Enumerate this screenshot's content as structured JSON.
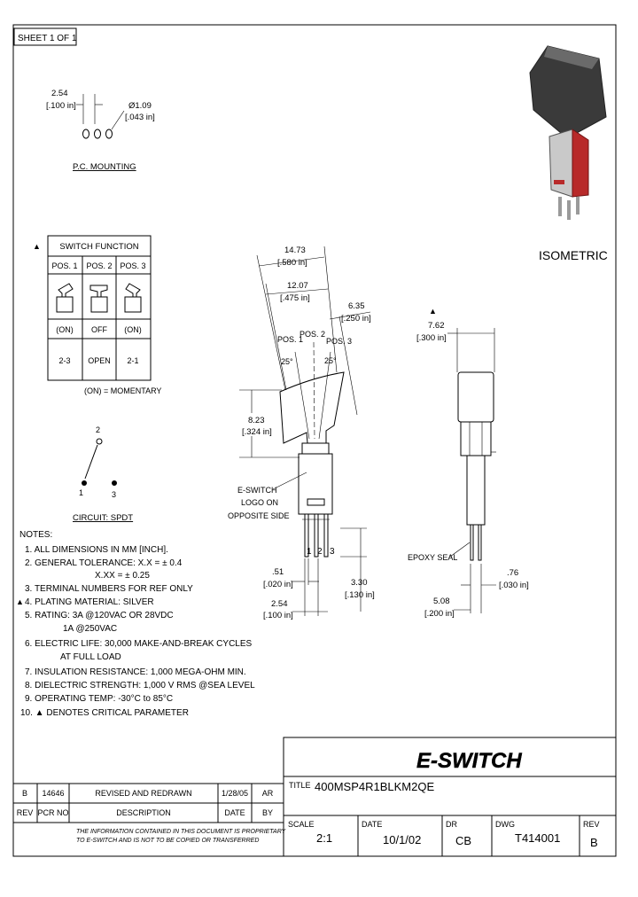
{
  "sheet": "SHEET 1 OF 1",
  "pc_mounting": {
    "pitch_mm": "2.54",
    "pitch_in": "[.100 in]",
    "hole_dia_mm": "Ø1.09",
    "hole_dia_in": "[.043 in]",
    "label": "P.C. MOUNTING"
  },
  "switch_function": {
    "marker": "▲",
    "title": "SWITCH FUNCTION",
    "headers": [
      "POS. 1",
      "POS. 2",
      "POS. 3"
    ],
    "states": [
      "(ON)",
      "OFF",
      "(ON)"
    ],
    "connections": [
      "2-3",
      "OPEN",
      "2-1"
    ],
    "footnote": "(ON) = MOMENTARY"
  },
  "circuit": {
    "pin_top": "2",
    "pin_left": "1",
    "pin_right": "3",
    "label": "CIRCUIT: SPDT"
  },
  "front_view": {
    "dim_width_mm": "14.73",
    "dim_width_in": "[.580 in]",
    "dim_inner_mm": "12.07",
    "dim_inner_in": "[.475 in]",
    "dim_offset_mm": "6.35",
    "dim_offset_in": "[.250 in]",
    "pos1": "POS. 1",
    "pos2": "POS. 2",
    "pos3": "POS. 3",
    "angle_left": "25°",
    "angle_right": "25°",
    "dim_height_mm": "8.23",
    "dim_height_in": "[.324 in]",
    "logo_note_1": "E-SWITCH",
    "logo_note_2": "LOGO ON",
    "logo_note_3": "OPPOSITE SIDE",
    "pin_1": "1",
    "pin_2": "2",
    "pin_3": "3",
    "dim_pin_mm": ".51",
    "dim_pin_in": "[.020 in]",
    "dim_pitch_mm": "2.54",
    "dim_pitch_in": "[.100 in]",
    "dim_leg_mm": "3.30",
    "dim_leg_in": "[.130 in]"
  },
  "side_view": {
    "marker": "▲",
    "dim_width_mm": "7.62",
    "dim_width_in": "[.300 in]",
    "epoxy": "EPOXY SEAL",
    "dim_pin_mm": ".76",
    "dim_pin_in": "[.030 in]",
    "dim_span_mm": "5.08",
    "dim_span_in": "[.200 in]"
  },
  "isometric_label": "ISOMETRIC",
  "notes": {
    "title": "NOTES:",
    "lines": [
      "1. ALL DIMENSIONS IN MM [INCH].",
      "2. GENERAL TOLERANCE: X.X = ± 0.4",
      "X.XX = ± 0.25",
      "3. TERMINAL NUMBERS FOR REF ONLY",
      "4. PLATING MATERIAL: SILVER",
      "5. RATING: 3A @120VAC OR 28VDC",
      "1A @250VAC",
      "6. ELECTRIC LIFE: 30,000 MAKE-AND-BREAK CYCLES",
      "AT FULL LOAD",
      "7. INSULATION RESISTANCE: 1,000 MEGA-OHM MIN.",
      "8. DIELECTRIC STRENGTH: 1,000 V RMS @SEA LEVEL",
      "9. OPERATING TEMP: -30°C to 85°C",
      "10. ▲ DENOTES CRITICAL PARAMETER"
    ],
    "marker": "▲"
  },
  "revision_table": {
    "row": [
      "B",
      "14646",
      "REVISED AND REDRAWN",
      "1/28/05",
      "AR"
    ],
    "headers": [
      "REV",
      "PCR NO",
      "DESCRIPTION",
      "DATE",
      "BY"
    ]
  },
  "proprietary": {
    "line1": "THE INFORMATION CONTAINED IN THIS DOCUMENT IS PROPRIETARY",
    "line2": "TO E-SWITCH AND IS NOT TO BE COPIED OR TRANSFERRED"
  },
  "title_block": {
    "logo": "E-SWITCH",
    "title_label": "TITLE",
    "title_value": "400MSP4R1BLKM2QE",
    "scale_label": "SCALE",
    "scale_value": "2:1",
    "date_label": "DATE",
    "date_value": "10/1/02",
    "dr_label": "DR",
    "dr_value": "CB",
    "dwg_label": "DWG",
    "dwg_value": "T414001",
    "rev_label": "REV",
    "rev_value": "B"
  },
  "colors": {
    "switch_body": "#b82a2a",
    "actuator": "#3a3a3a",
    "pins": "#9a9a9a"
  }
}
